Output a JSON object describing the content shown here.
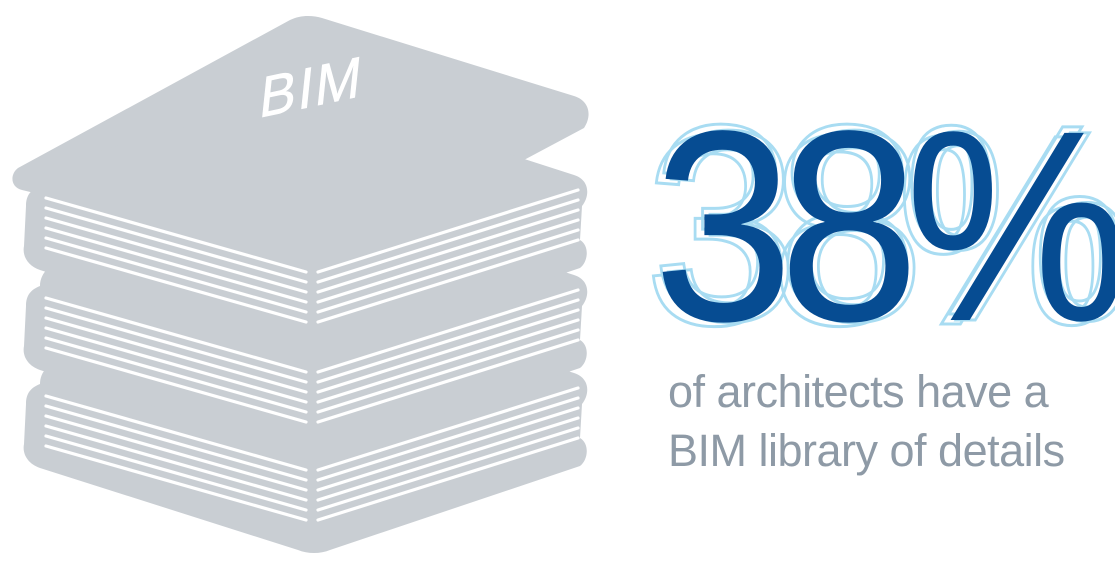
{
  "book_label": "BIM",
  "stat": {
    "value": "38%"
  },
  "caption": {
    "line1": "of architects have a",
    "line2": "BIM library of details"
  },
  "colors": {
    "book_gray": "#c9ced3",
    "stat_blue": "#064c92",
    "stat_outline": "#a8dcf2",
    "caption_gray": "#8e9aa6"
  }
}
